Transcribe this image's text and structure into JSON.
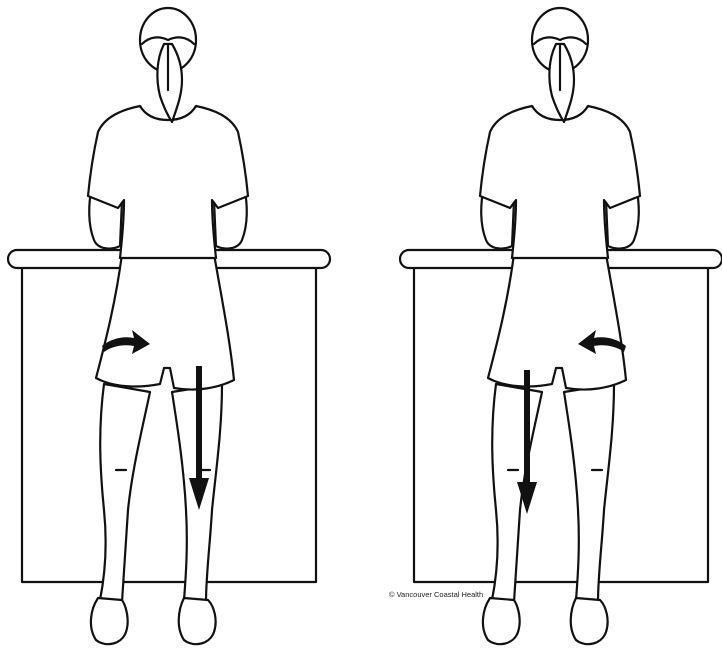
{
  "illustration": {
    "panels": [
      {
        "id": "left",
        "hip_arrow": "rotate-right",
        "weight_leg": "right"
      },
      {
        "id": "right",
        "hip_arrow": "rotate-left",
        "weight_leg": "left"
      }
    ],
    "stroke_color": "#111111",
    "background_color": "#ffffff"
  },
  "copyright": "© Vancouver Coastal Health"
}
